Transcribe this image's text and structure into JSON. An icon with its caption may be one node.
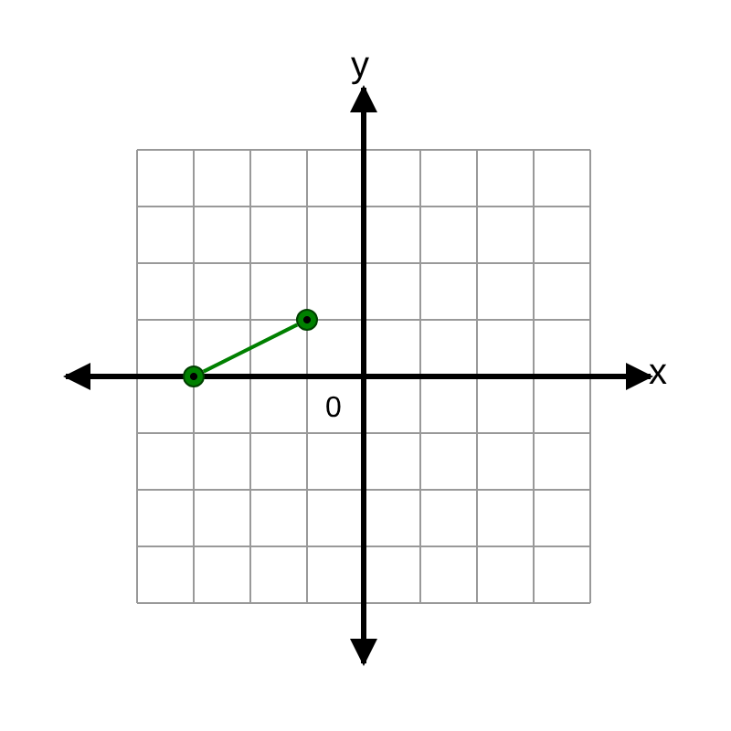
{
  "diagram": {
    "nodes": [
      {
        "text": [],
        "shape": "circle"
      },
      {
        "text": [],
        "shape": "circle"
      }
    ],
    "edges": [
      {
        "from": 0,
        "to": 1,
        "arrow": "none",
        "color": "#008000"
      }
    ],
    "labels": [
      "y",
      "x",
      "0"
    ]
  }
}
